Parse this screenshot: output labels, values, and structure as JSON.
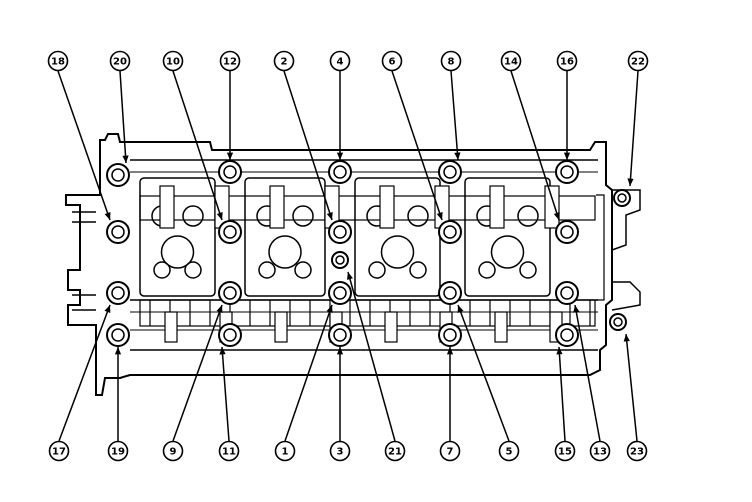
{
  "diagram": {
    "callouts_top": [
      "18",
      "20",
      "10",
      "12",
      "2",
      "4",
      "6",
      "8",
      "14",
      "16",
      "22"
    ],
    "callouts_bottom": [
      "17",
      "19",
      "9",
      "11",
      "1",
      "3",
      "21",
      "7",
      "5",
      "15",
      "13",
      "23"
    ]
  },
  "colors": {
    "ink": "#000000",
    "paper": "#ffffff"
  }
}
